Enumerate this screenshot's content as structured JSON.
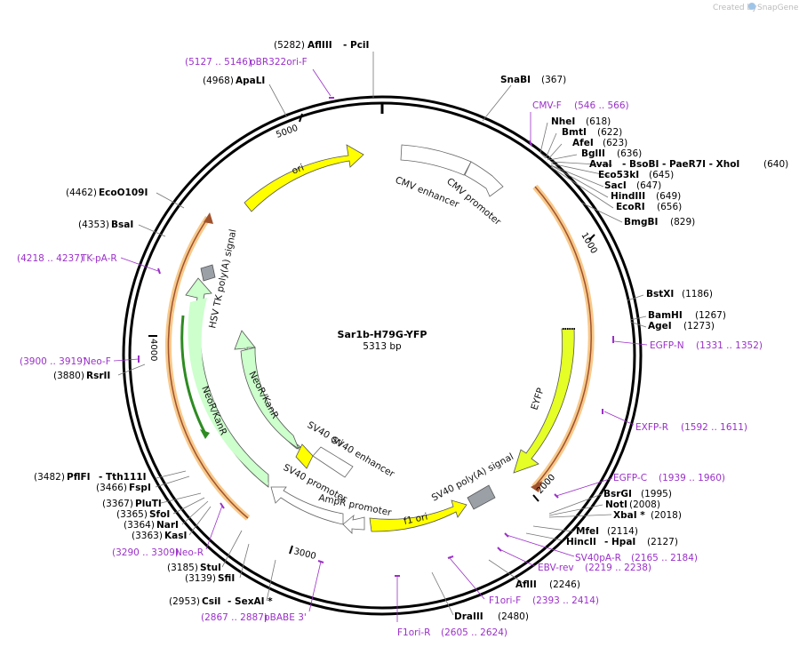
{
  "brand": {
    "prefix": "Created by",
    "name": "SnapGene"
  },
  "plasmid": {
    "name": "Sar1b-H79G-YFP",
    "size": "5313 bp"
  },
  "ticks": [
    {
      "label": "1000",
      "pos": 1000
    },
    {
      "label": "2000",
      "pos": 2000
    },
    {
      "label": "3000",
      "pos": 3000
    },
    {
      "label": "4000",
      "pos": 4000
    },
    {
      "label": "5000",
      "pos": 5000
    }
  ],
  "features": [
    {
      "id": "ori",
      "label": "ori",
      "color": "#ffff00"
    },
    {
      "id": "cmv-enhancer",
      "label": "CMV enhancer",
      "color": "#ffffff"
    },
    {
      "id": "cmv-promoter",
      "label": "CMV promoter",
      "color": "#ffffff"
    },
    {
      "id": "eyfp",
      "label": "EYFP",
      "color": "#e5ff26"
    },
    {
      "id": "sv40-polya",
      "label": "SV40 poly(A) signal",
      "color": "#9aa0a6"
    },
    {
      "id": "f1-ori",
      "label": "f1 ori",
      "color": "#ffff00"
    },
    {
      "id": "ampr-promoter",
      "label": "AmpR promoter",
      "color": "#ffffff"
    },
    {
      "id": "sv40-promoter",
      "label": "SV40 promoter",
      "color": "#ffffff"
    },
    {
      "id": "sv40-ori",
      "label": "SV40 ori",
      "color": "#ffff00"
    },
    {
      "id": "sv40-enhancer",
      "label": "SV40 enhancer",
      "color": "#ffffff"
    },
    {
      "id": "neor-inner",
      "label": "NeoR/KanR",
      "color": "#ccffcc"
    },
    {
      "id": "neor-outer",
      "label": "NeoR/KanR",
      "color": "#ccffcc"
    },
    {
      "id": "hsv-tk",
      "label": "HSV TK poly(A) signal",
      "color": "#9aa0a6"
    }
  ],
  "sites": [
    {
      "name": "AflIII",
      "extra": "- PciI",
      "pos": "(5282)"
    },
    {
      "name": "SnaBI",
      "extra": "",
      "pos": "(367)"
    },
    {
      "name": "NheI",
      "extra": "",
      "pos": "(618)"
    },
    {
      "name": "BmtI",
      "extra": "",
      "pos": "(622)"
    },
    {
      "name": "AfeI",
      "extra": "",
      "pos": "(623)"
    },
    {
      "name": "BglII",
      "extra": "",
      "pos": "(636)"
    },
    {
      "name": "AvaI",
      "extra": "- BsoBI  - PaeR7I  - XhoI",
      "pos": "(640)"
    },
    {
      "name": "Eco53kI",
      "extra": "",
      "pos": "(645)"
    },
    {
      "name": "SacI",
      "extra": "",
      "pos": "(647)"
    },
    {
      "name": "HindIII",
      "extra": "",
      "pos": "(649)"
    },
    {
      "name": "EcoRI",
      "extra": "",
      "pos": "(656)"
    },
    {
      "name": "BmgBI",
      "extra": "",
      "pos": "(829)"
    },
    {
      "name": "BstXI",
      "extra": "",
      "pos": "(1186)"
    },
    {
      "name": "BamHI",
      "extra": "",
      "pos": "(1267)"
    },
    {
      "name": "AgeI",
      "extra": "",
      "pos": "(1273)"
    },
    {
      "name": "BsrGI",
      "extra": "",
      "pos": "(1995)"
    },
    {
      "name": "NotI",
      "extra": "",
      "pos": "(2008)"
    },
    {
      "name": "XbaI *",
      "extra": "",
      "pos": "(2018)"
    },
    {
      "name": "MfeI",
      "extra": "",
      "pos": "(2114)"
    },
    {
      "name": "HincII",
      "extra": "- HpaI",
      "pos": "(2127)"
    },
    {
      "name": "AflII",
      "extra": "",
      "pos": "(2246)"
    },
    {
      "name": "DraIII",
      "extra": "",
      "pos": "(2480)"
    },
    {
      "name": "ApaLI",
      "extra": "",
      "pos": "(4968)"
    },
    {
      "name": "EcoO109I",
      "extra": "",
      "pos": "(4462)"
    },
    {
      "name": "BsaI",
      "extra": "",
      "pos": "(4353)"
    },
    {
      "name": "RsrII",
      "extra": "",
      "pos": "(3880)"
    },
    {
      "name": "PflFI",
      "extra": "- Tth111I",
      "pos": "(3482)"
    },
    {
      "name": "FspI",
      "extra": "",
      "pos": "(3466)"
    },
    {
      "name": "PluTI",
      "extra": "",
      "pos": "(3367)"
    },
    {
      "name": "SfoI",
      "extra": "",
      "pos": "(3365)"
    },
    {
      "name": "NarI",
      "extra": "",
      "pos": "(3364)"
    },
    {
      "name": "KasI",
      "extra": "",
      "pos": "(3363)"
    },
    {
      "name": "StuI",
      "extra": "",
      "pos": "(3185)"
    },
    {
      "name": "SfiI",
      "extra": "",
      "pos": "(3139)"
    },
    {
      "name": "CsiI",
      "extra": "- SexAI *",
      "pos": "(2953)"
    }
  ],
  "primers": [
    {
      "name": "pBR322ori-F",
      "range": "(5127 .. 5146)"
    },
    {
      "name": "CMV-F",
      "range": "(546 .. 566)"
    },
    {
      "name": "EGFP-N",
      "range": "(1331 .. 1352)"
    },
    {
      "name": "EXFP-R",
      "range": "(1592 .. 1611)"
    },
    {
      "name": "EGFP-C",
      "range": "(1939 .. 1960)"
    },
    {
      "name": "SV40pA-R",
      "range": "(2165 .. 2184)"
    },
    {
      "name": "EBV-rev",
      "range": "(2219 .. 2238)"
    },
    {
      "name": "F1ori-F",
      "range": "(2393 .. 2414)"
    },
    {
      "name": "F1ori-R",
      "range": "(2605 .. 2624)"
    },
    {
      "name": "pBABE 3'",
      "range": "(2867 .. 2887)"
    },
    {
      "name": "Neo-R",
      "range": "(3290 .. 3309)"
    },
    {
      "name": "Neo-F",
      "range": "(3900 .. 3919)"
    },
    {
      "name": "TK-pA-R",
      "range": "(4218 .. 4237)"
    }
  ]
}
